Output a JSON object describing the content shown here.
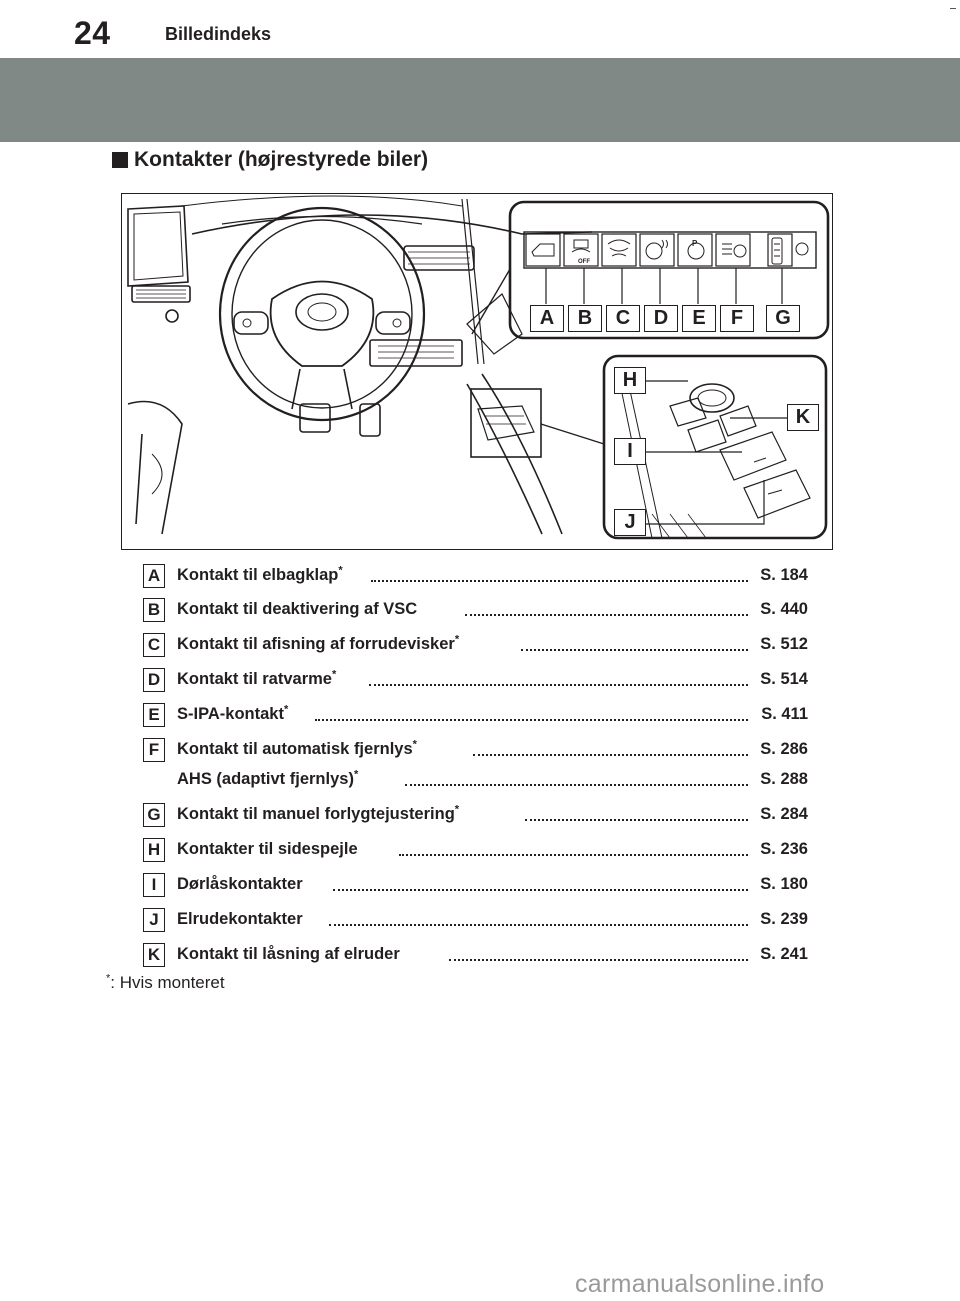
{
  "header": {
    "page_number": "24",
    "chapter_title": "Billedindeks"
  },
  "section": {
    "heading": "Kontakter (højrestyrede biler)"
  },
  "figure": {
    "callouts": [
      "A",
      "B",
      "C",
      "D",
      "E",
      "F",
      "G",
      "H",
      "I",
      "J",
      "K"
    ],
    "icon_texts": {
      "vsc_off": "OFF",
      "parking": "P"
    },
    "colors": {
      "line": "#231f20",
      "header_band": "#808985"
    }
  },
  "legend": [
    {
      "key": "A",
      "label": "Kontakt til elbagklap",
      "asterisk": "*",
      "page": "S. 184"
    },
    {
      "key": "B",
      "label": "Kontakt til deaktivering af VSC",
      "asterisk": "",
      "page": "S. 440"
    },
    {
      "key": "C",
      "label": "Kontakt til afisning af forrudevisker",
      "asterisk": "*",
      "page": "S. 512"
    },
    {
      "key": "D",
      "label": "Kontakt til ratvarme",
      "asterisk": "*",
      "page": "S. 514"
    },
    {
      "key": "E",
      "label": "S-IPA-kontakt",
      "asterisk": "*",
      "page": "S. 411"
    },
    {
      "key": "F",
      "label": "Kontakt til automatisk fjernlys",
      "asterisk": "*",
      "page": "S. 286"
    },
    {
      "key": "",
      "label": "AHS (adaptivt fjernlys)",
      "asterisk": "*",
      "page": "S. 288"
    },
    {
      "key": "G",
      "label": "Kontakt til manuel forlygtejustering",
      "asterisk": "*",
      "page": "S. 284"
    },
    {
      "key": "H",
      "label": "Kontakter til sidespejle",
      "asterisk": "",
      "page": "S. 236"
    },
    {
      "key": "I",
      "label": "Dørlåskontakter",
      "asterisk": "",
      "page": "S. 180"
    },
    {
      "key": "J",
      "label": "Elrudekontakter",
      "asterisk": "",
      "page": "S. 239"
    },
    {
      "key": "K",
      "label": "Kontakt til låsning af elruder",
      "asterisk": "",
      "page": "S. 241"
    }
  ],
  "footnote": {
    "marker": "*",
    "text": ": Hvis monteret"
  },
  "watermark": "carmanualsonline.info"
}
